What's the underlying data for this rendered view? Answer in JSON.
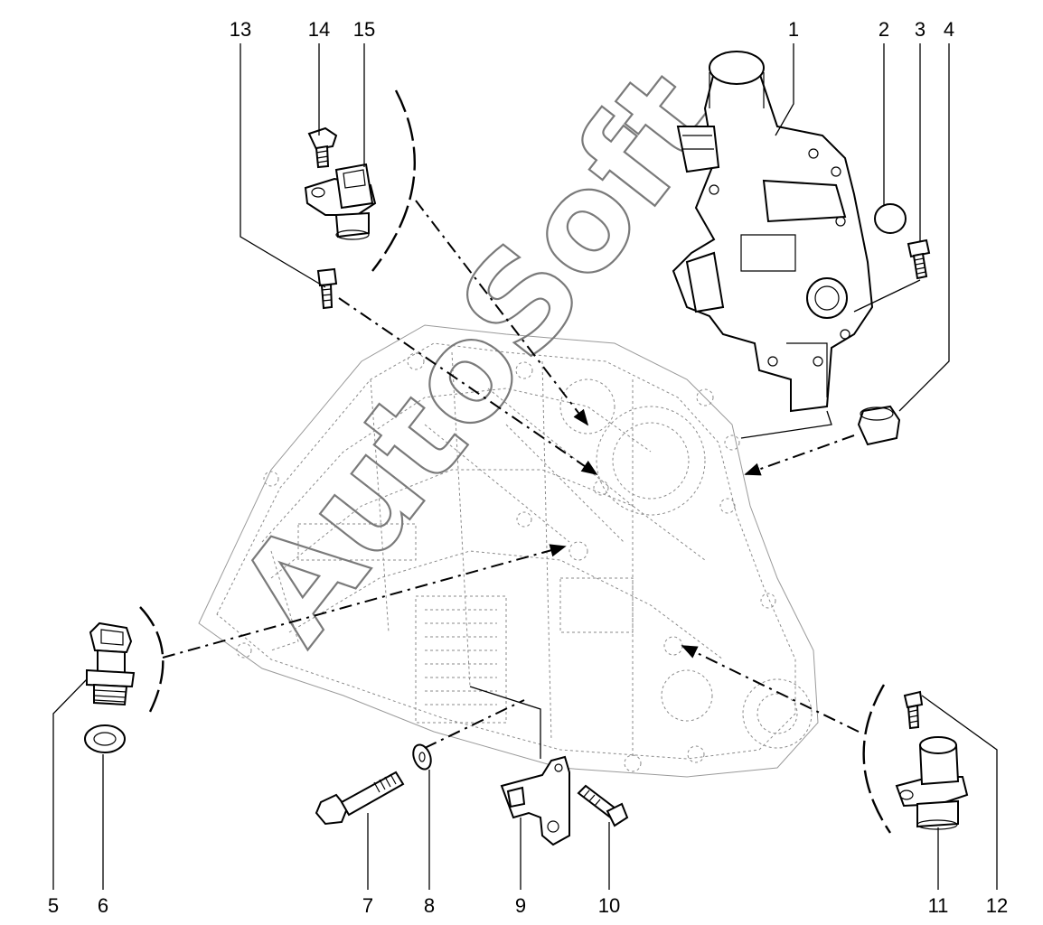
{
  "callouts": {
    "1": "1",
    "2": "2",
    "3": "3",
    "4": "4",
    "5": "5",
    "6": "6",
    "7": "7",
    "8": "8",
    "9": "9",
    "10": "10",
    "11": "11",
    "12": "12",
    "13": "13",
    "14": "14",
    "15": "15"
  },
  "watermark": "AutoSoft",
  "colors": {
    "line": "#000000",
    "ghost": "#8a8a8a",
    "background": "#ffffff"
  }
}
